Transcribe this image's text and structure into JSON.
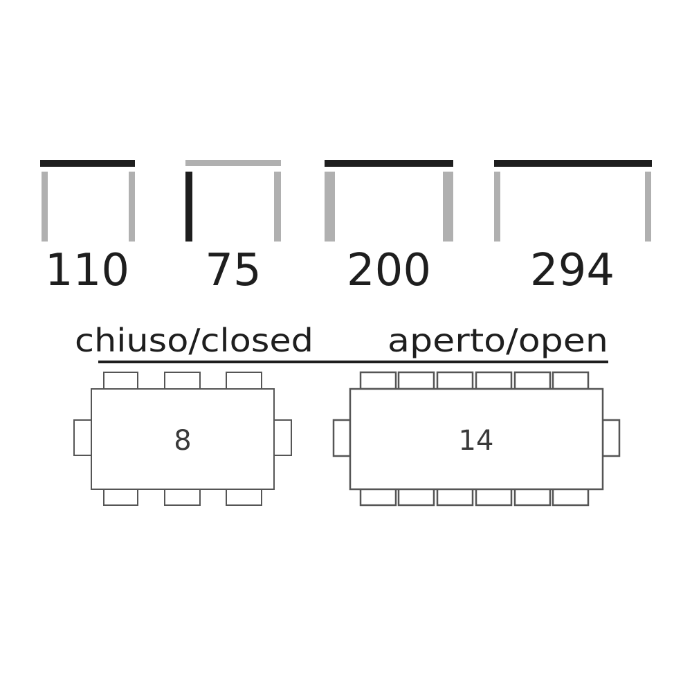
{
  "colors": {
    "dark": "#1e1e1e",
    "light": "#b0b0b0",
    "outline": "#555555"
  },
  "dimensions": [
    {
      "value": "110",
      "highlight": "top"
    },
    {
      "value": "75",
      "highlight": "left-leg"
    },
    {
      "value": "200",
      "highlight": "top"
    },
    {
      "value": "294",
      "highlight": "top"
    }
  ],
  "states": {
    "closed_label": "chiuso/closed",
    "open_label": "aperto/open"
  },
  "closed_table": {
    "seats": "8",
    "seats_per_long_side": 3,
    "seats_per_short_side": 1
  },
  "open_table": {
    "seats": "14",
    "seats_per_long_side": 6,
    "seats_per_short_side": 1
  }
}
